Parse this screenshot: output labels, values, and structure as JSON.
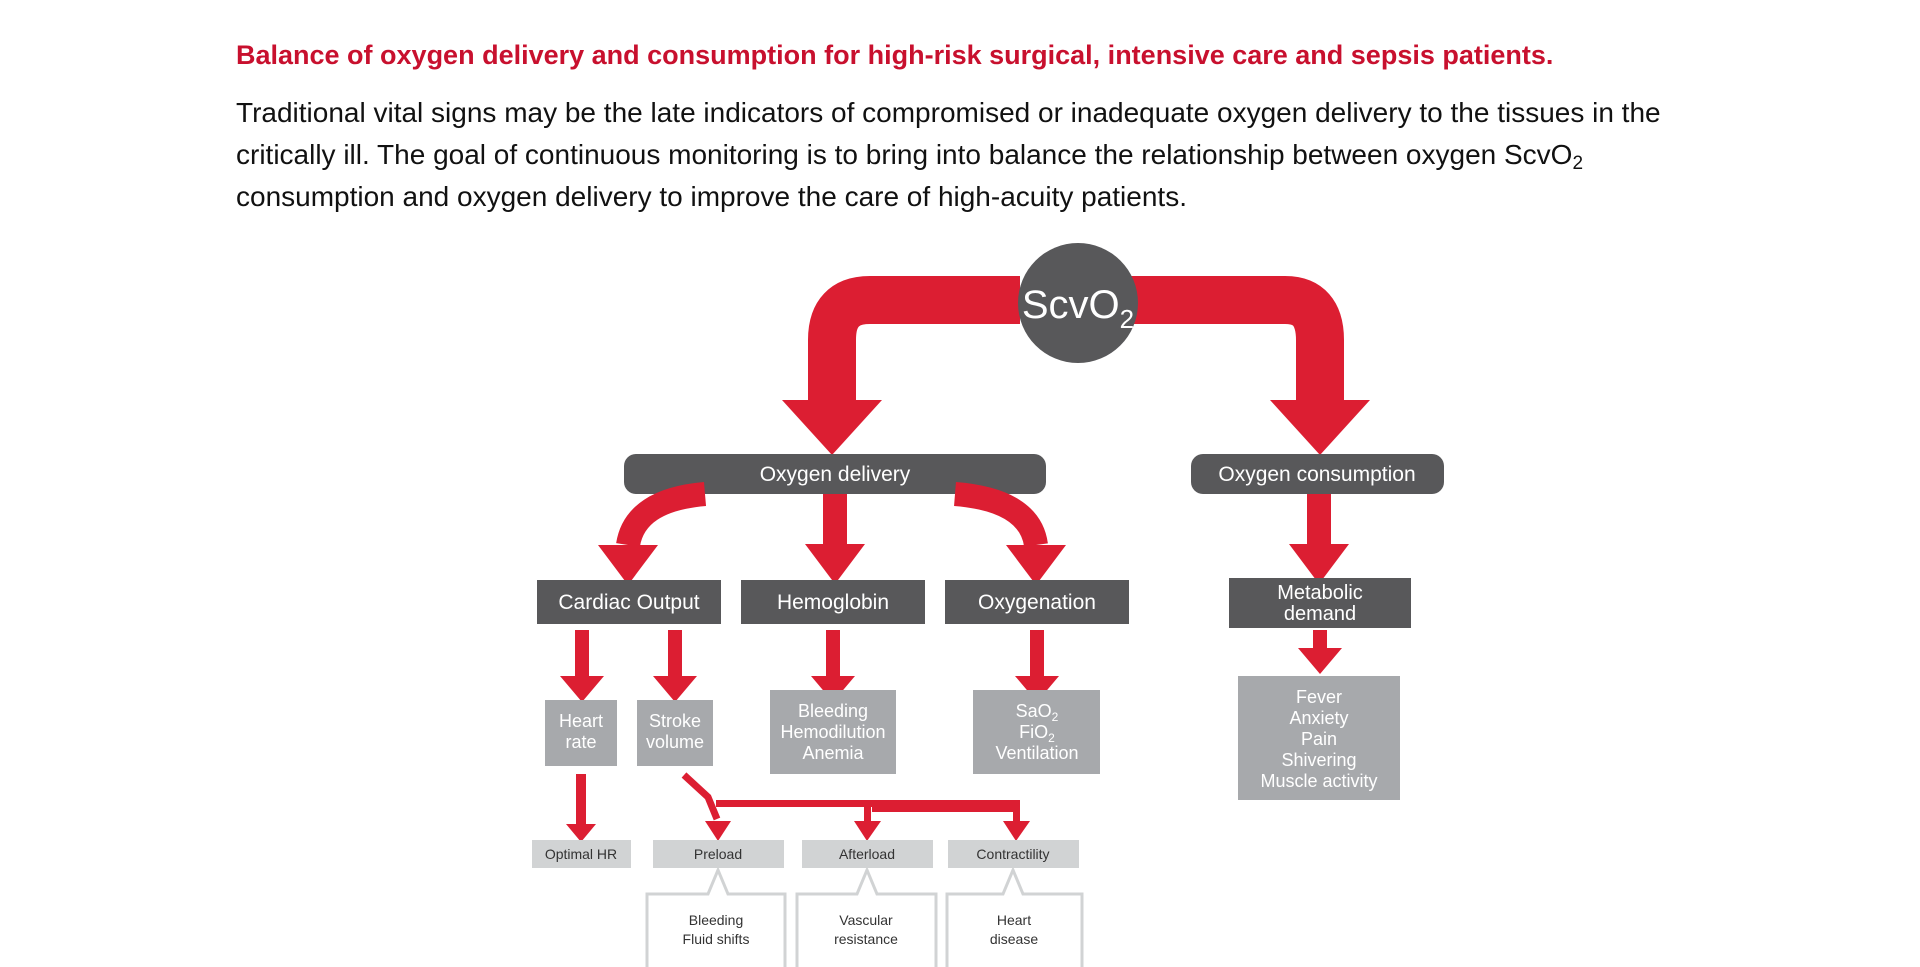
{
  "heading": "Balance of oxygen delivery and consumption for high-risk surgical, intensive care and sepsis patients.",
  "paragraph": {
    "before_sub": "Traditional vital signs may be the late indicators of compromised or inadequate oxygen delivery to the tissues in the critically ill. The goal of continuous monitoring is to bring into balance the relationship between oxygen ScvO",
    "sub": "2",
    "after_sub": " consumption and oxygen delivery to improve the care of high-acuity patients."
  },
  "diagram": {
    "root": {
      "text": "ScvO",
      "sub": "2"
    },
    "oxygen_delivery": "Oxygen delivery",
    "oxygen_consumption": "Oxygen consumption",
    "cardiac_output": "Cardiac Output",
    "hemoglobin": "Hemoglobin",
    "oxygenation": "Oxygenation",
    "metabolic_demand": [
      "Metabolic",
      "demand"
    ],
    "heart_rate": [
      "Heart",
      "rate"
    ],
    "stroke_volume": [
      "Stroke",
      "volume"
    ],
    "hemoglobin_factors": [
      "Bleeding",
      "Hemodilution",
      "Anemia"
    ],
    "oxygenation_factors": {
      "sao2": {
        "text": "SaO",
        "sub": "2"
      },
      "fio2": {
        "text": "FiO",
        "sub": "2"
      },
      "ventilation": "Ventilation"
    },
    "metabolic_factors": [
      "Fever",
      "Anxiety",
      "Pain",
      "Shivering",
      "Muscle activity"
    ],
    "optimal_hr": "Optimal HR",
    "preload": "Preload",
    "afterload": "Afterload",
    "contractility": "Contractility",
    "preload_callout": [
      "Bleeding",
      "Fluid shifts"
    ],
    "afterload_callout": [
      "Vascular",
      "resistance"
    ],
    "contractility_callout": [
      "Heart",
      "disease"
    ],
    "colors": {
      "red": "#dc1e32",
      "dark_gray": "#58585a",
      "mid_gray": "#a7a9ac",
      "light_gray": "#d1d3d4"
    }
  }
}
